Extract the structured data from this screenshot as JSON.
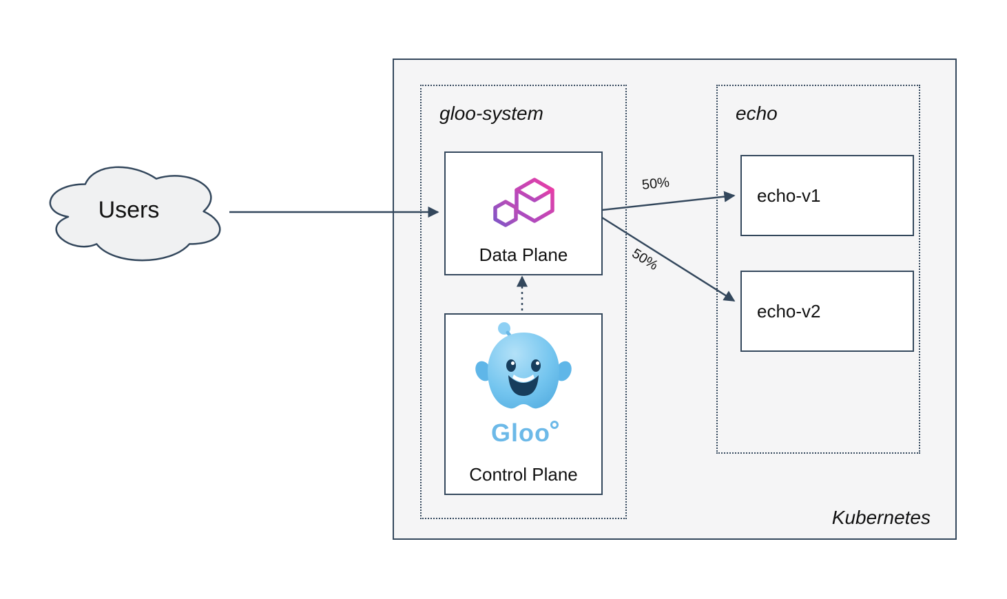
{
  "diagram": {
    "users": {
      "label": "Users"
    },
    "kubernetes": {
      "label": "Kubernetes"
    },
    "gloo_system": {
      "label": "gloo-system",
      "data_plane": {
        "label": "Data Plane"
      },
      "control_plane": {
        "label": "Control Plane",
        "logo_text": "Gloo"
      }
    },
    "echo": {
      "label": "echo",
      "services": [
        {
          "label": "echo-v1"
        },
        {
          "label": "echo-v2"
        }
      ]
    },
    "edges": {
      "to_v1_label": "50%",
      "to_v2_label": "50%"
    },
    "colors": {
      "stroke": "#33475c",
      "cluster_fill": "#f5f5f6",
      "node_fill": "#ffffff",
      "cloud_fill": "#f0f1f2",
      "gloo_pink": "#e0379e",
      "gloo_purple": "#7d55c7",
      "gloo_blue": "#6cb9e8"
    }
  }
}
